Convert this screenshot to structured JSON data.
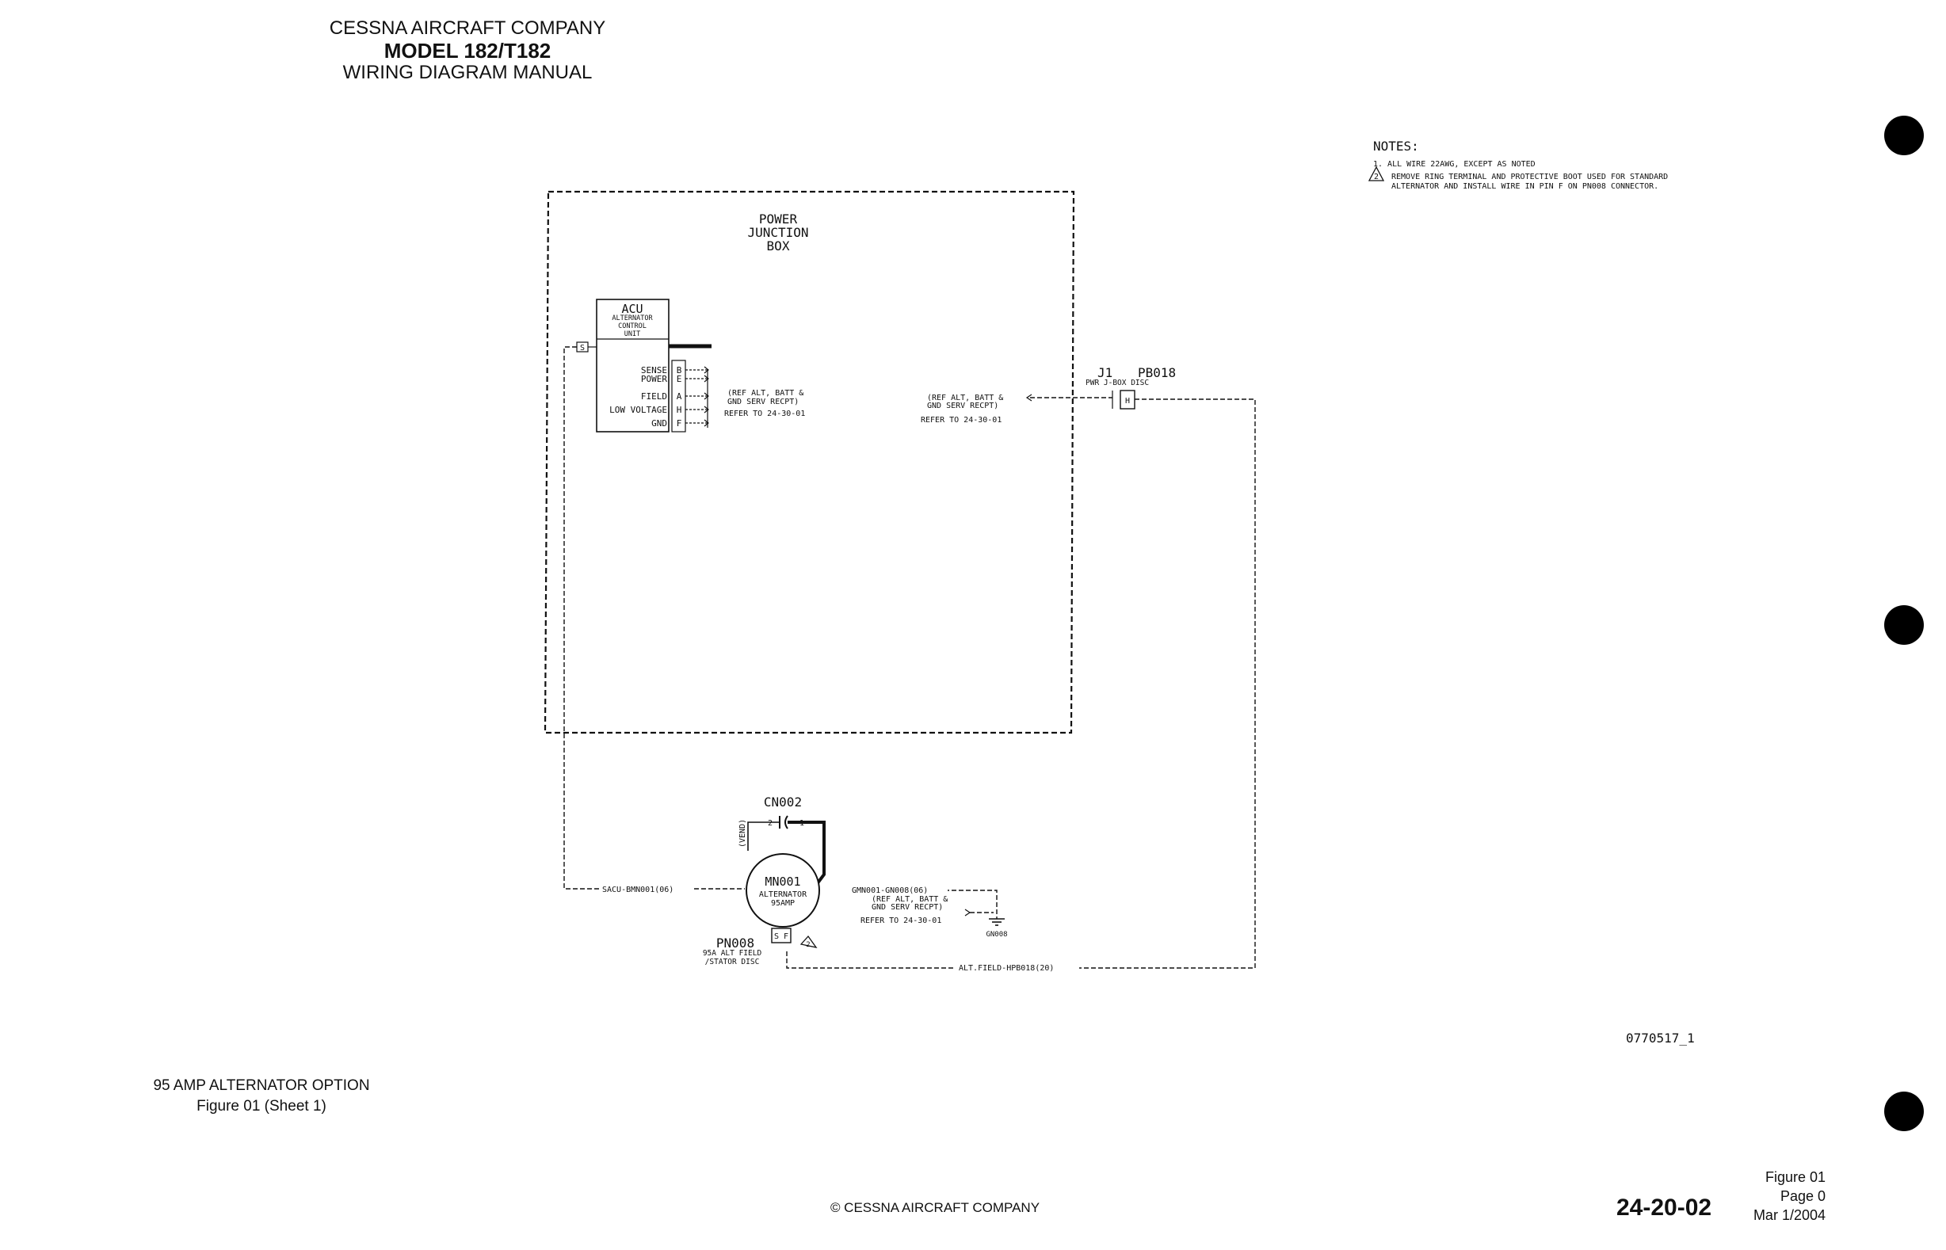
{
  "header": {
    "company": "CESSNA AIRCRAFT COMPANY",
    "model": "MODEL 182/T182",
    "manual": "WIRING DIAGRAM MANUAL"
  },
  "notes": {
    "title": "NOTES:",
    "note1": "1. ALL WIRE 22AWG, EXCEPT AS NOTED",
    "note2_number": "2",
    "note2_line1": "REMOVE RING TERMINAL AND PROTECTIVE BOOT USED FOR STANDARD",
    "note2_line2": "ALTERNATOR AND INSTALL WIRE IN PIN F ON PN008 CONNECTOR."
  },
  "diagram": {
    "junction_box": [
      "POWER",
      "JUNCTION",
      "BOX"
    ],
    "acu": {
      "name": "ACU",
      "desc": [
        "ALTERNATOR",
        "CONTROL",
        "UNIT"
      ],
      "ground_pin": "S",
      "pins": [
        {
          "label": "SENSE",
          "pin": "B"
        },
        {
          "label": "POWER",
          "pin": "E"
        },
        {
          "label": "FIELD",
          "pin": "A"
        },
        {
          "label": "LOW VOLTAGE",
          "pin": "H"
        },
        {
          "label": "GND",
          "pin": "F"
        }
      ],
      "ref_lines": [
        "(REF ALT, BATT &",
        "GND SERV RECPT)",
        "REFER TO 24-30-01"
      ]
    },
    "jbox_ref_lines": [
      "(REF ALT, BATT &",
      "GND SERV RECPT)",
      "REFER TO 24-30-01"
    ],
    "pb018": {
      "j1": "J1",
      "name": "PB018",
      "desc": "PWR J-BOX DISC",
      "pin": "H"
    },
    "cn002": {
      "name": "CN002",
      "pin2": "2",
      "pin1": "1",
      "vend": "(VEND)"
    },
    "mn001": {
      "name": "MN001",
      "desc1": "ALTERNATOR",
      "desc2": "95AMP"
    },
    "pn008": {
      "name": "PN008",
      "desc1": "95A ALT FIELD",
      "desc2": "/STATOR DISC",
      "pins": "S F",
      "note_flag": "2"
    },
    "wires": {
      "sense": "SACU-BMN001(06)",
      "ground": "GMN001-GN008(06)",
      "field": "ALT.FIELD-HPB018(20)"
    },
    "gn008": {
      "name": "GN008",
      "ref_lines": [
        "(REF ALT, BATT &",
        "GND SERV RECPT)",
        "REFER TO 24-30-01"
      ]
    },
    "drawing_id": "0770517_1"
  },
  "caption": {
    "title": "95 AMP ALTERNATOR OPTION",
    "subtitle": "Figure 01 (Sheet 1)"
  },
  "footer": {
    "copyright": "© CESSNA AIRCRAFT COMPANY",
    "doc_number": "24-20-02",
    "figure": "Figure 01",
    "page": "Page 0",
    "date": "Mar 1/2004"
  }
}
